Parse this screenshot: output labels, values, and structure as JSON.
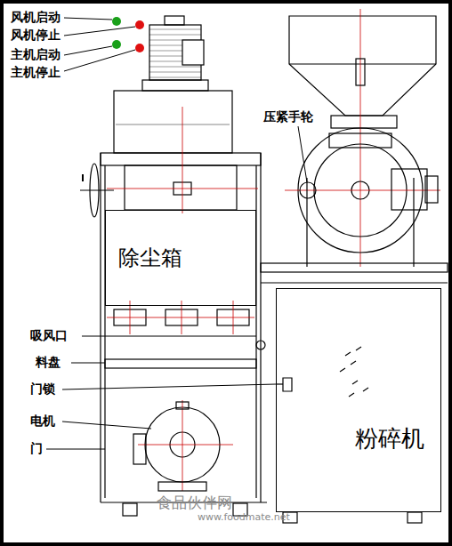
{
  "diagram": {
    "nodes": [
      {
        "text": [
          "除尘箱"
        ]
      },
      {
        "text": [
          "粉碎机"
        ]
      }
    ],
    "labels": [
      "风机启动",
      "风机停止",
      "主机启动",
      "主机停止",
      "压紧手轮",
      "吸风口",
      "料盘",
      "门锁",
      "电机",
      "门",
      "食品伙伴网",
      "www.foodmate.net"
    ]
  }
}
